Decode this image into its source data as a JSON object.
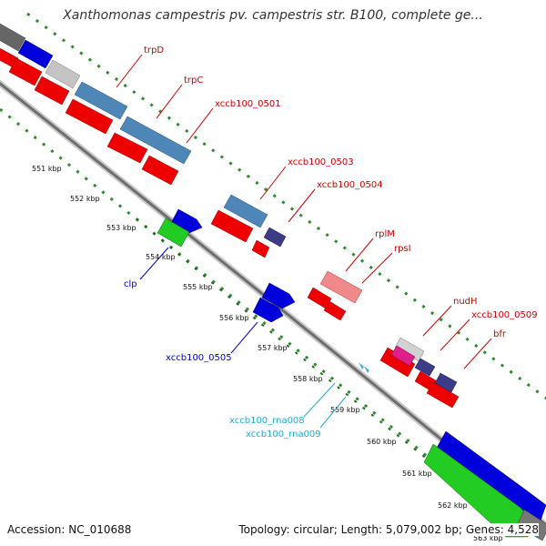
{
  "title": "Xanthomonas campestris pv. campestris str. B100, complete ge...",
  "footer": {
    "accession": "Accession: NC_010688",
    "meta": "Topology: circular; Length: 5,079,002 bp; Genes: 4,528"
  },
  "colors": {
    "backbone": "#8c8c8c",
    "tick_dots": "#2e8b2e",
    "gene_red": "#e00000",
    "gene_blue_steel": "#4f86b8",
    "gene_dark_blue": "#3c3c86",
    "gene_blue": "#0000cc",
    "gene_green": "#22bb22",
    "gene_pink": "#f08a8a",
    "gene_magenta": "#e0208a",
    "gene_grey": "#bcbcbc",
    "label_red": "#cc0000",
    "label_blue": "#0000cc",
    "label_cyan": "#22aacc"
  },
  "scale_labels": [
    "551 kbp",
    "552 kbp",
    "553 kbp",
    "554 kbp",
    "555 kbp",
    "556 kbp",
    "557 kbp",
    "558 kbp",
    "559 kbp",
    "560 kbp",
    "561 kbp",
    "562 kbp",
    "563 kbp"
  ],
  "gene_labels": {
    "trpD": "trpD",
    "trpC": "trpC",
    "xccb100_0501": "xccb100_0501",
    "xccb100_0503": "xccb100_0503",
    "xccb100_0504": "xccb100_0504",
    "rplM": "rplM",
    "rpsI": "rpsI",
    "nudH": "nudH",
    "xccb100_0509": "xccb100_0509",
    "bfr": "bfr",
    "clp": "clp",
    "xccb100_0505": "xccb100_0505",
    "xccb100_rna008": "xccb100_rna008",
    "xccb100_rna009": "xccb100_rna009"
  }
}
